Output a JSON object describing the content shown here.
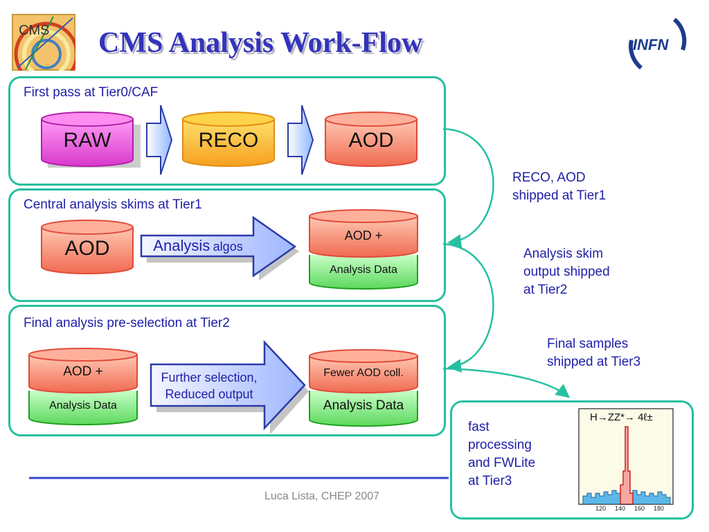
{
  "slide": {
    "title": "CMS Analysis Work-Flow",
    "footer": "Luca Lista, CHEP 2007",
    "logo_left_text": "CMS",
    "logo_right_text": "INFN"
  },
  "sections": {
    "tier0": {
      "label": "First pass at Tier0/CAF",
      "raw": "RAW",
      "reco": "RECO",
      "aod": "AOD"
    },
    "tier1": {
      "label": "Central analysis skims at Tier1",
      "aod": "AOD",
      "arrow_main": "Analysis",
      "arrow_small": "algos",
      "top": "AOD +",
      "bottom": "Analysis Data"
    },
    "tier2": {
      "label": "Final analysis pre-selection at Tier2",
      "in_top": "AOD +",
      "in_bottom": "Analysis Data",
      "arrow_line1": "Further selection,",
      "arrow_line2": "Reduced output",
      "out_top": "Fewer AOD coll.",
      "out_bottom": "Analysis Data"
    },
    "tier3": {
      "text": [
        "fast",
        "processing",
        "and FWLite",
        "at Tier3"
      ],
      "plot_title": "H→ZZ*→ 4ℓ±",
      "plot_ticks": [
        "120",
        "140",
        "160",
        "180"
      ]
    }
  },
  "notes": {
    "reco_aod": [
      "RECO, AOD",
      "shipped at Tier1"
    ],
    "skim": [
      "Analysis skim",
      "output shipped",
      "at Tier2"
    ],
    "final": [
      "Final samples",
      "shipped at Tier3"
    ]
  },
  "colors": {
    "title": "#3333bb",
    "box_border": "#25c0a0",
    "text": "#2020a8",
    "rule": "#3344cc"
  }
}
